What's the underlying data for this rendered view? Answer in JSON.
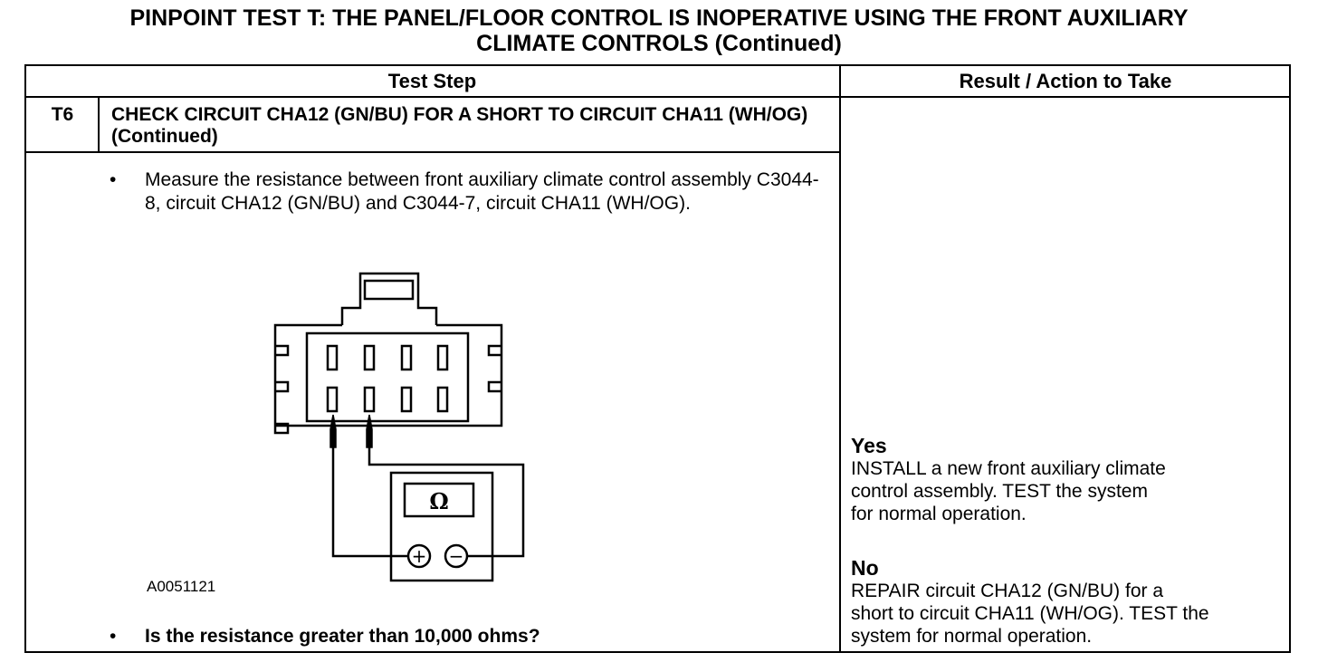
{
  "page": {
    "title_line1": "PINPOINT TEST  T: THE PANEL/FLOOR CONTROL IS INOPERATIVE USING THE FRONT AUXILIARY",
    "title_line2": "CLIMATE CONTROLS (Continued)"
  },
  "table": {
    "header_step": "Test Step",
    "header_result": "Result / Action to Take",
    "step_id": "T6",
    "step_title": "CHECK CIRCUIT CHA12 (GN/BU) FOR A SHORT TO CIRCUIT CHA11 (WH/OG) (Continued)",
    "bullet_symbol": "•",
    "instruction": "Measure the resistance between front auxiliary climate control assembly C3044-8, circuit CHA12 (GN/BU) and C3044-7, circuit CHA11 (WH/OG).",
    "figure_id": "A0051121",
    "meter_symbol": "Ω",
    "meter_plus": "+",
    "meter_minus": "−",
    "question": "Is the resistance greater than 10,000 ohms?",
    "results": [
      {
        "label": "Yes",
        "lines": [
          "INSTALL a new front auxiliary climate",
          "control assembly.  TEST the system",
          "for normal operation."
        ]
      },
      {
        "label": "No",
        "lines": [
          "REPAIR circuit CHA12 (GN/BU) for a",
          "short to circuit CHA11 (WH/OG). TEST the",
          "system for normal operation."
        ]
      }
    ]
  }
}
